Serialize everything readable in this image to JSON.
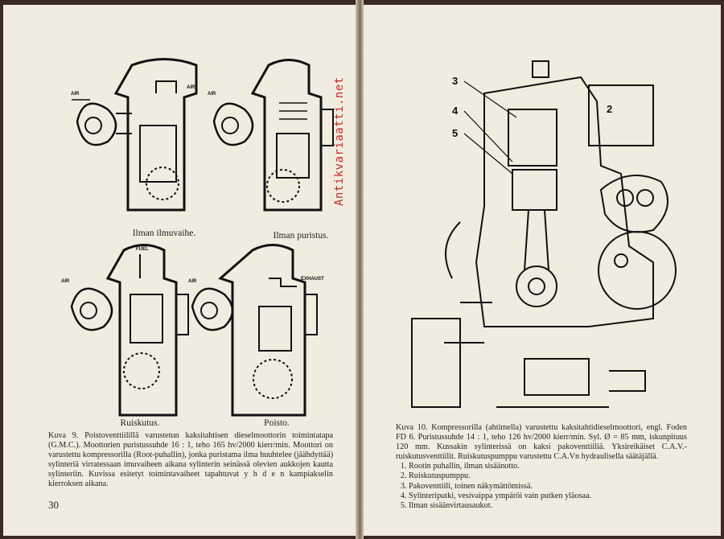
{
  "left_page": {
    "figure_captions": [
      "Ilman ilmuvaihe.",
      "Ilman puristus.",
      "Ruiskutus.",
      "Poisto."
    ],
    "diagram_labels": {
      "air": "AIR",
      "fuel": "FUEL",
      "exhaust": "EXHAUST"
    },
    "caption": "Kuva 9. Poistoventtiilillä varustetun kaksitahtisen dieselmoottorin toimintatapa (G.M.C.). Moottorien puristussuhde 16 : 1, teho 165 hv/2000 kierr/min. Moottori on varustettu kompressorilla (Root-puhallin), jonka puristama ilma huuhtelee (jäähdyttää) sylinteriä virratessaan imuvaiheen aikana sylinterin seinässä olevien aukkojen kautta sylinteriin. Kuvissa esitetyt toimintavaiheet tapahtuvat y h d e n kampiakselin kierroksen aikana.",
    "page_number": "30"
  },
  "right_page": {
    "callouts": [
      "3",
      "4",
      "5",
      "2"
    ],
    "caption_intro": "Kuva 10. Kompressorilla (ahtimella) varustettu kaksitahtidieselmoottori, engl. Foden FD 6. Puristussuhde 14 : 1, teho 126 hv/2000 kierr/min. Syl. Ø = 85 mm, iskunpituus 120 mm. Kussakin sylinterissä on kaksi pakoventtiiliä. Yksireikäiset C.A.V.-ruiskutusventtiilit. Ruiskutuspumppu varustettu C.A.Vn hydraulisella säätäjällä.",
    "list": [
      "Rootin puhallin, ilman sisäänotto.",
      "Ruiskutuspumppu.",
      "Pakoventtiili, toinen näkymättömissä.",
      "Sylinteriputki, vesivaippa ympäröi vain putken yläosaa.",
      "Ilman sisäänvirtausaukot."
    ]
  },
  "watermark": "Antikvariaatti.net"
}
